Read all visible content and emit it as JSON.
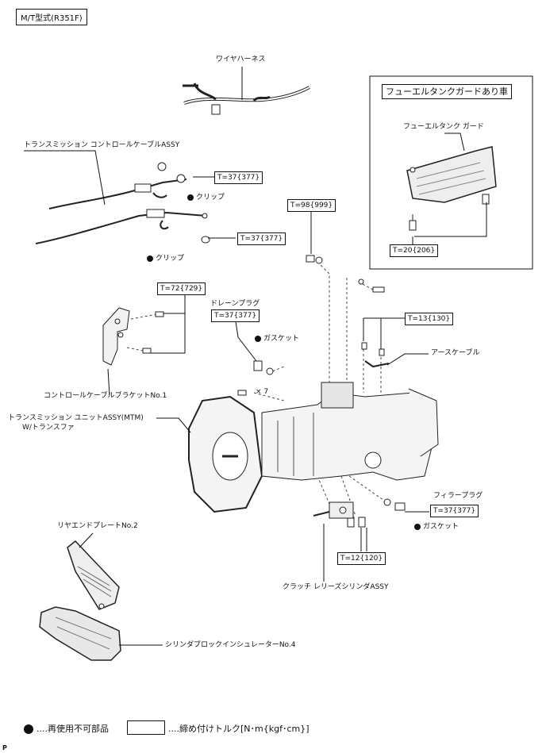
{
  "header": {
    "model": "M/T型式(R351F)"
  },
  "labels": {
    "wire_harness": "ワイヤハーネス",
    "control_cable": "トランスミッション コントロールケーブルASSY",
    "clip_1": "クリップ",
    "clip_2": "クリップ",
    "bracket": "コントロールケーブルブラケットNo.1",
    "drain_plug": "ドレーンプラグ",
    "gasket_1": "ガスケット",
    "gasket_2": "ガスケット",
    "earth_cable": "アースケーブル",
    "filler_plug": "フィラープラグ",
    "times7": "× 7",
    "transmission_unit_1": "トランスミッション ユニットASSY(MTM)",
    "transmission_unit_2": "W/トランスファ",
    "rear_end_plate": "リヤエンドプレートNo.2",
    "cylinder_insulator": "シリンダブロックインシュレーターNo.4",
    "clutch_release": "クラッチ レリーズシリンダASSY"
  },
  "fuel_tank_guard": {
    "title": "フューエルタンクガードあり車",
    "part_label": "フューエルタンク ガード",
    "torque": "T=20{206}"
  },
  "torques": {
    "t_cable_1": "T=37{377}",
    "t_cable_2": "T=37{377}",
    "t_98": "T=98{999}",
    "t_bracket": "T=72{729}",
    "t_drain": "T=37{377}",
    "t_13": "T=13{130}",
    "t_filler": "T=37{377}",
    "t_12": "T=12{120}"
  },
  "legend": {
    "nonreusable": "....再使用不可部品",
    "torque_box": "....締め付けトルク[N･m{kgf･cm}]"
  },
  "footer": {
    "mark": "P"
  }
}
